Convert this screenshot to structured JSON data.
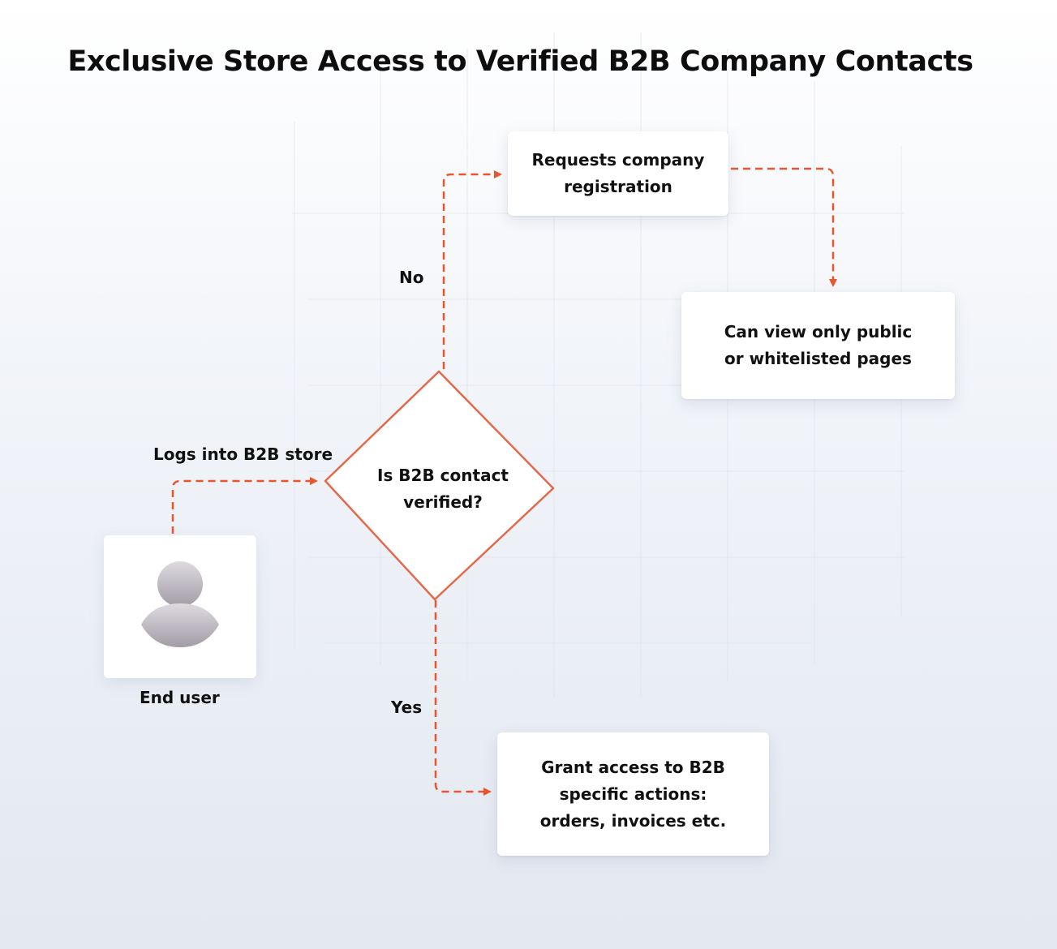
{
  "title": "Exclusive Store Access to Verified B2B Company Contacts",
  "colors": {
    "connector": "#e8562e",
    "diamond_border": "#e26a4a",
    "user_icon_light": "#d9d6da",
    "user_icon_dark": "#a9a3ab"
  },
  "nodes": {
    "end_user": {
      "label": "End user",
      "icon": "user-icon"
    },
    "decision": {
      "label": "Is  B2B contact\nverified?"
    },
    "request_registration": {
      "label": "Requests company\nregistration"
    },
    "view_public": {
      "label": "Can view only public\nor whitelisted pages"
    },
    "grant_access": {
      "label": "Grant access to B2B\nspecific actions:\norders, invoices etc."
    }
  },
  "edges": {
    "login": {
      "label": "Logs into B2B store"
    },
    "no": {
      "label": "No"
    },
    "yes": {
      "label": "Yes"
    }
  }
}
